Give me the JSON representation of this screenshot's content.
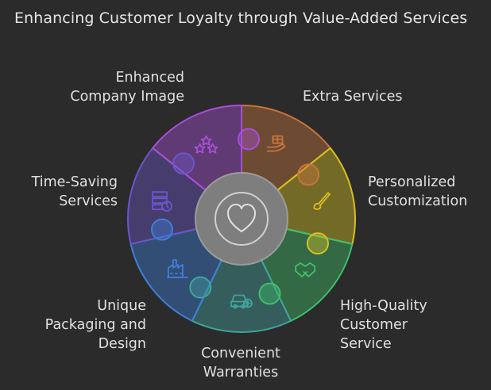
{
  "title": "Enhancing Customer Loyalty through Value-Added Services",
  "center_icon": "heart-icon",
  "segments": [
    {
      "id": "extra-services",
      "lines": [
        "Extra Services"
      ],
      "color": "#c7743c",
      "icon": "gift-hand-icon"
    },
    {
      "id": "personalized-customization",
      "lines": [
        "Personalized",
        "Customization"
      ],
      "color": "#d8c021",
      "icon": "paintbrush-icon"
    },
    {
      "id": "high-quality-customer-service",
      "lines": [
        "High-Quality",
        "Customer",
        "Service"
      ],
      "color": "#3fbf6a",
      "icon": "handshake-icon"
    },
    {
      "id": "convenient-warranties",
      "lines": [
        "Convenient",
        "Warranties"
      ],
      "color": "#41a39d",
      "icon": "car-plus-icon"
    },
    {
      "id": "unique-packaging",
      "lines": [
        "Unique",
        "Packaging and",
        "Design"
      ],
      "color": "#3f7fd8",
      "icon": "factory-icon"
    },
    {
      "id": "time-saving-services",
      "lines": [
        "Time-Saving",
        "Services"
      ],
      "color": "#6b56c9",
      "icon": "server-clock-icon"
    },
    {
      "id": "company-image",
      "lines": [
        "Enhanced",
        "Company Image"
      ],
      "color": "#a84fd6",
      "icon": "stars-icon"
    }
  ]
}
